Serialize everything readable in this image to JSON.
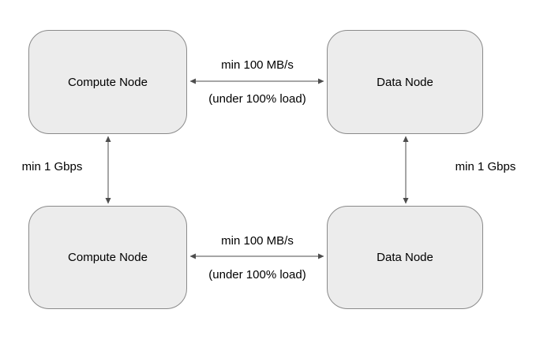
{
  "diagram": {
    "title": "cluster-network-topology",
    "nodes": {
      "compute_top": {
        "label": "Compute Node"
      },
      "data_top": {
        "label": "Data Node"
      },
      "compute_bottom": {
        "label": "Compute Node"
      },
      "data_bottom": {
        "label": "Data Node"
      }
    },
    "edges": {
      "top_horizontal": {
        "speed": "min 100 MB/s",
        "condition": "(under 100% load)"
      },
      "bottom_horizontal": {
        "speed": "min 100 MB/s",
        "condition": "(under 100% load)"
      },
      "left_vertical": {
        "speed": "min 1 Gbps"
      },
      "right_vertical": {
        "speed": "min 1 Gbps"
      }
    },
    "colors": {
      "node_fill": "#ececec",
      "node_border": "#8a8a8a",
      "arrow": "#4d4d4d",
      "text": "#000000",
      "background": "#ffffff"
    }
  }
}
